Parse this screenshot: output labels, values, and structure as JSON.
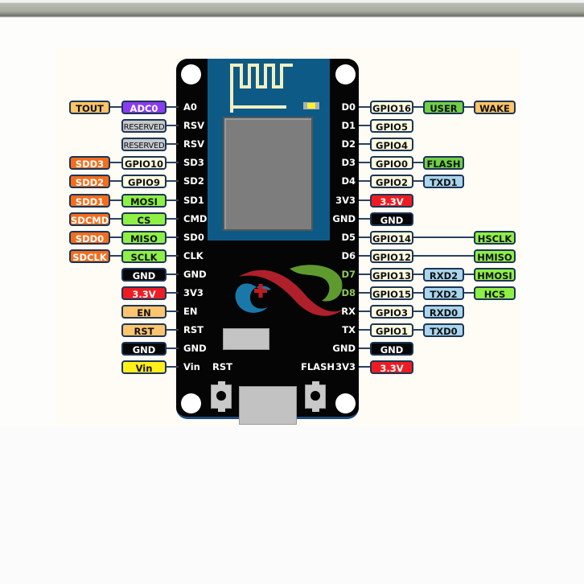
{
  "diagram": {
    "title": "NodeMCU ESP8266 pinout",
    "board": {
      "left_header": [
        "A0",
        "RSV",
        "RSV",
        "SD3",
        "SD2",
        "SD1",
        "CMD",
        "SD0",
        "CLK",
        "GND",
        "3V3",
        "EN",
        "RST",
        "GND",
        "Vin"
      ],
      "right_header": [
        "D0",
        "D1",
        "D2",
        "D3",
        "D4",
        "3V3",
        "GND",
        "D5",
        "D6",
        "D7",
        "D8",
        "RX",
        "TX",
        "GND",
        "3V3"
      ],
      "buttons": {
        "rst": "RST",
        "flash": "FLASH"
      },
      "colors": {
        "pcb": "#050505",
        "module": "#0d5a86",
        "antenna": "#f3efc0",
        "led": "#f8f22a",
        "logo_red": "#b0202a",
        "logo_blue": "#1a78a8",
        "logo_green": "#5f9a2e"
      }
    },
    "left_pins": [
      {
        "pin": "A0",
        "labels": [
          {
            "text": "TOUT",
            "type": "tout"
          },
          {
            "text": "ADC0",
            "type": "adc"
          }
        ]
      },
      {
        "pin": "RSV",
        "labels": [
          {
            "text": "RESERVED",
            "type": "res"
          }
        ]
      },
      {
        "pin": "RSV",
        "labels": [
          {
            "text": "RESERVED",
            "type": "res"
          }
        ]
      },
      {
        "pin": "SD3",
        "labels": [
          {
            "text": "SDD3",
            "type": "sd"
          },
          {
            "text": "GPIO10",
            "type": "gpio"
          }
        ]
      },
      {
        "pin": "SD2",
        "labels": [
          {
            "text": "SDD2",
            "type": "sd"
          },
          {
            "text": "GPIO9",
            "type": "gpio"
          }
        ]
      },
      {
        "pin": "SD1",
        "labels": [
          {
            "text": "SDD1",
            "type": "sd"
          },
          {
            "text": "MOSI",
            "type": "spi"
          }
        ]
      },
      {
        "pin": "CMD",
        "labels": [
          {
            "text": "SDCMD",
            "type": "sd"
          },
          {
            "text": "CS",
            "type": "spi"
          }
        ]
      },
      {
        "pin": "SD0",
        "labels": [
          {
            "text": "SDD0",
            "type": "sd"
          },
          {
            "text": "MISO",
            "type": "spi"
          }
        ]
      },
      {
        "pin": "CLK",
        "labels": [
          {
            "text": "SDCLK",
            "type": "sd"
          },
          {
            "text": "SCLK",
            "type": "spi"
          }
        ]
      },
      {
        "pin": "GND",
        "labels": [
          {
            "text": "GND",
            "type": "gnd"
          }
        ]
      },
      {
        "pin": "3V3",
        "labels": [
          {
            "text": "3.3V",
            "type": "v33"
          }
        ]
      },
      {
        "pin": "EN",
        "labels": [
          {
            "text": "EN",
            "type": "orange"
          }
        ]
      },
      {
        "pin": "RST",
        "labels": [
          {
            "text": "RST",
            "type": "orange"
          }
        ]
      },
      {
        "pin": "GND",
        "labels": [
          {
            "text": "GND",
            "type": "gnd"
          }
        ]
      },
      {
        "pin": "Vin",
        "labels": [
          {
            "text": "Vin",
            "type": "vin"
          }
        ]
      }
    ],
    "right_pins": [
      {
        "pin": "D0",
        "gpio": "GPIO16",
        "mid": {
          "text": "USER",
          "type": "user"
        },
        "far": {
          "text": "WAKE",
          "type": "tout"
        }
      },
      {
        "pin": "D1",
        "gpio": "GPIO5"
      },
      {
        "pin": "D2",
        "gpio": "GPIO4"
      },
      {
        "pin": "D3",
        "gpio": "GPIO0",
        "mid": {
          "text": "FLASH",
          "type": "user"
        }
      },
      {
        "pin": "D4",
        "gpio": "GPIO2",
        "mid": {
          "text": "TXD1",
          "type": "uart"
        }
      },
      {
        "pin": "3V3",
        "power": {
          "text": "3.3V",
          "type": "v33"
        }
      },
      {
        "pin": "GND",
        "power": {
          "text": "GND",
          "type": "gnd"
        }
      },
      {
        "pin": "D5",
        "gpio": "GPIO14",
        "far": {
          "text": "HSCLK",
          "type": "hspi"
        }
      },
      {
        "pin": "D6",
        "gpio": "GPIO12",
        "far": {
          "text": "HMISO",
          "type": "hspi"
        }
      },
      {
        "pin": "D7",
        "gpio": "GPIO13",
        "mid": {
          "text": "RXD2",
          "type": "uart"
        },
        "far": {
          "text": "HMOSI",
          "type": "hspi"
        }
      },
      {
        "pin": "D8",
        "gpio": "GPIO15",
        "mid": {
          "text": "TXD2",
          "type": "uart"
        },
        "far": {
          "text": "HCS",
          "type": "hspi"
        }
      },
      {
        "pin": "RX",
        "gpio": "GPIO3",
        "mid": {
          "text": "RXD0",
          "type": "uart"
        }
      },
      {
        "pin": "TX",
        "gpio": "GPIO1",
        "mid": {
          "text": "TXD0",
          "type": "uart"
        }
      },
      {
        "pin": "GND",
        "power": {
          "text": "GND",
          "type": "gnd"
        }
      },
      {
        "pin": "3V3",
        "power": {
          "text": "3.3V",
          "type": "v33"
        }
      }
    ]
  }
}
